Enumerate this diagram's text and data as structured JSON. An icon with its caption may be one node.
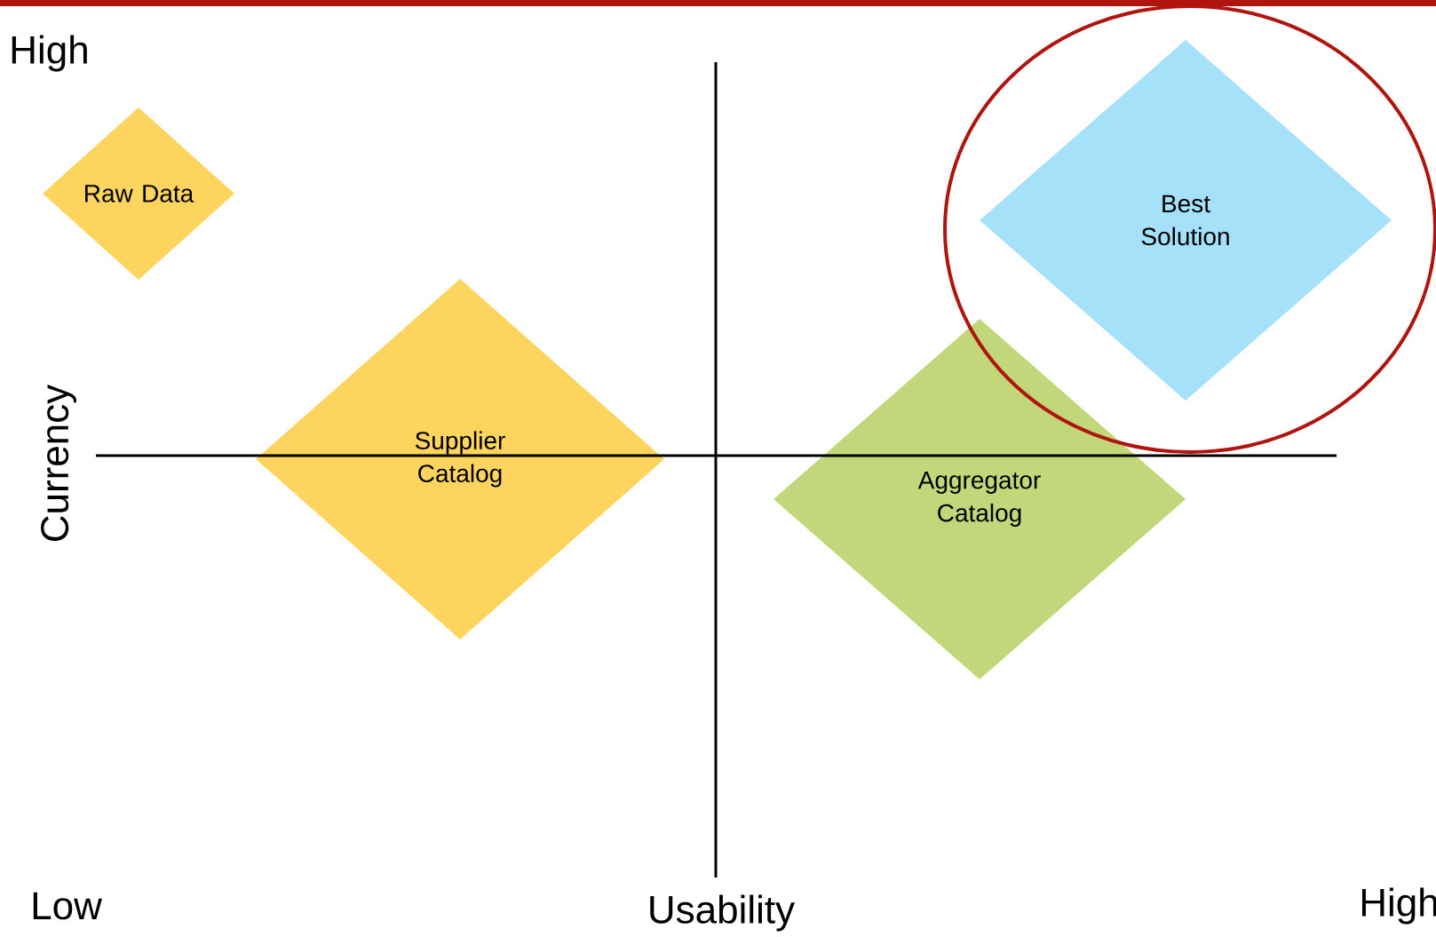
{
  "diagram": {
    "nodes": [
      {
        "text": [
          "Raw Data"
        ]
      },
      {
        "text": [
          "Supplier Catalog"
        ]
      },
      {
        "text": [
          "Best Solution"
        ]
      },
      {
        "text": [
          "Aggregator Catalog"
        ]
      }
    ],
    "labels": [
      "High",
      "Currency",
      "Low",
      "Usability",
      "High"
    ]
  }
}
